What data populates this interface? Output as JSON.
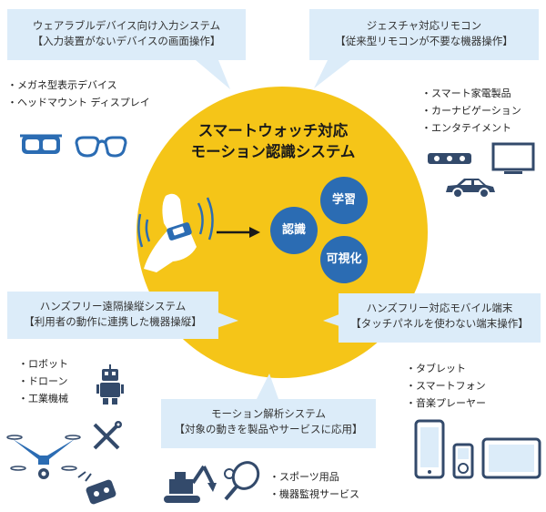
{
  "center": {
    "title_line1": "スマートウォッチ対応",
    "title_line2": "モーション認識システム",
    "circles": [
      "認識",
      "学習",
      "可視化"
    ]
  },
  "top_left": {
    "title": "ウェアラブルデバイス向け入力システム",
    "subtitle": "【入力装置がないデバイスの画面操作】",
    "items": [
      "メガネ型表示デバイス",
      "ヘッドマウント ディスプレイ"
    ]
  },
  "top_right": {
    "title": "ジェスチャ対応リモコン",
    "subtitle": "【従来型リモコンが不要な機器操作】",
    "items": [
      "スマート家電製品",
      "カーナビゲーション",
      "エンタテイメント"
    ]
  },
  "mid_left": {
    "title": "ハンズフリー遠隔操縦システム",
    "subtitle": "【利用者の動作に連携した機器操縦】",
    "items": [
      "ロボット",
      "ドローン",
      "工業機械"
    ]
  },
  "mid_right": {
    "title": "ハンズフリー対応モバイル端末",
    "subtitle": "【タッチパネルを使わない端末操作】",
    "items": [
      "タブレット",
      "スマートフォン",
      "音楽プレーヤー"
    ]
  },
  "bottom": {
    "title": "モーション解析システム",
    "subtitle": "【対象の動きを製品やサービスに応用】",
    "items": [
      "スポーツ用品",
      "機器監視サービス"
    ]
  },
  "colors": {
    "yellow": "#f5c518",
    "blue": "#2b6cb3",
    "bubble": "#dcecf9",
    "icon_gray": "#334a6b"
  }
}
